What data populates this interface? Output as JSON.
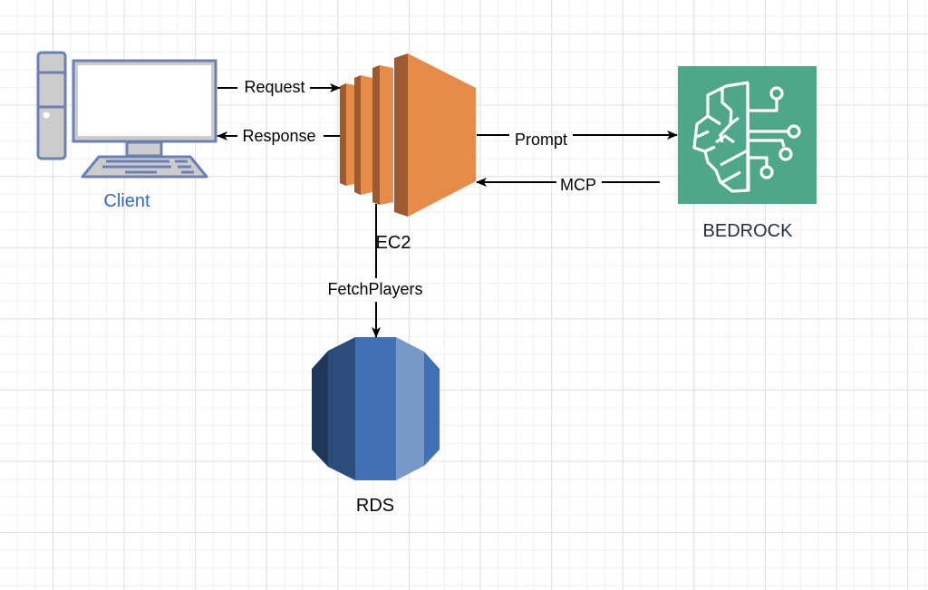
{
  "diagram": {
    "nodes": {
      "client": {
        "label": "Client",
        "icon": "desktop-computer-icon",
        "label_color": "#2f6bc4"
      },
      "ec2": {
        "label": "EC2",
        "icon": "aws-ec2-icon",
        "color": "#e78b48"
      },
      "bedrock": {
        "label": "BEDROCK",
        "icon": "aws-bedrock-brain-icon",
        "color": "#4ea789",
        "label_color": "#232f3e"
      },
      "rds": {
        "label": "RDS",
        "icon": "aws-rds-icon",
        "color": "#4170b5"
      }
    },
    "edges": {
      "request": {
        "label": "Request",
        "from": "Client",
        "to": "EC2"
      },
      "response": {
        "label": "Response",
        "from": "EC2",
        "to": "Client"
      },
      "prompt": {
        "label": "Prompt",
        "from": "EC2",
        "to": "BEDROCK"
      },
      "mcp": {
        "label": "MCP",
        "from": "BEDROCK",
        "to": "EC2"
      },
      "fetch_players": {
        "label": "FetchPlayers",
        "from": "EC2",
        "to": "RDS"
      }
    }
  }
}
